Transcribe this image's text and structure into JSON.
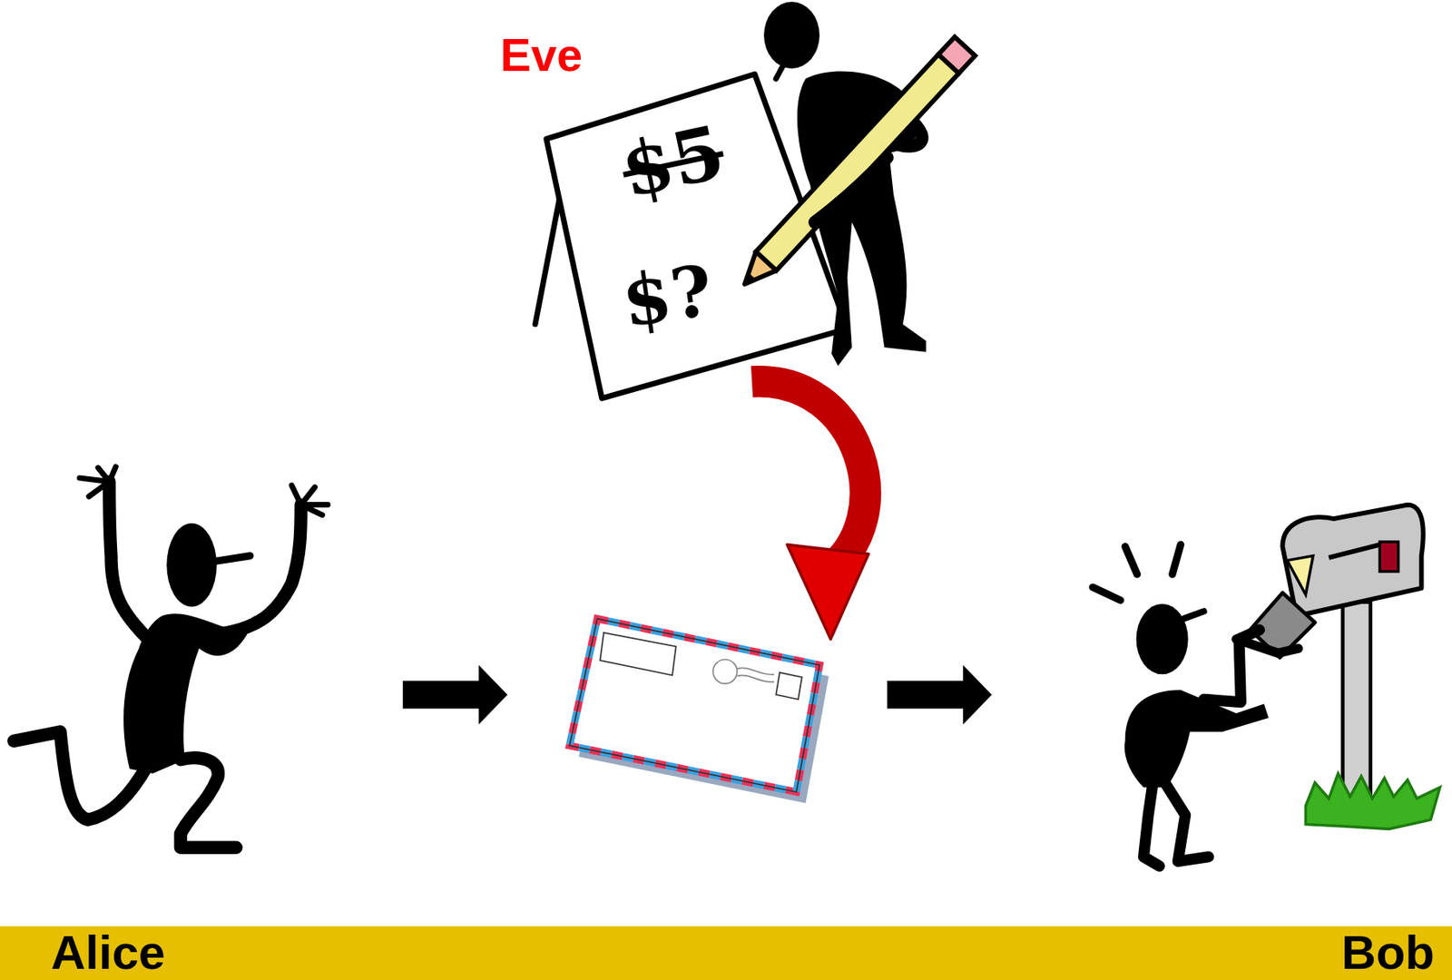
{
  "diagram": {
    "labels": [
      "Eve",
      "$5",
      "$?",
      "Alice",
      "Bob"
    ]
  }
}
